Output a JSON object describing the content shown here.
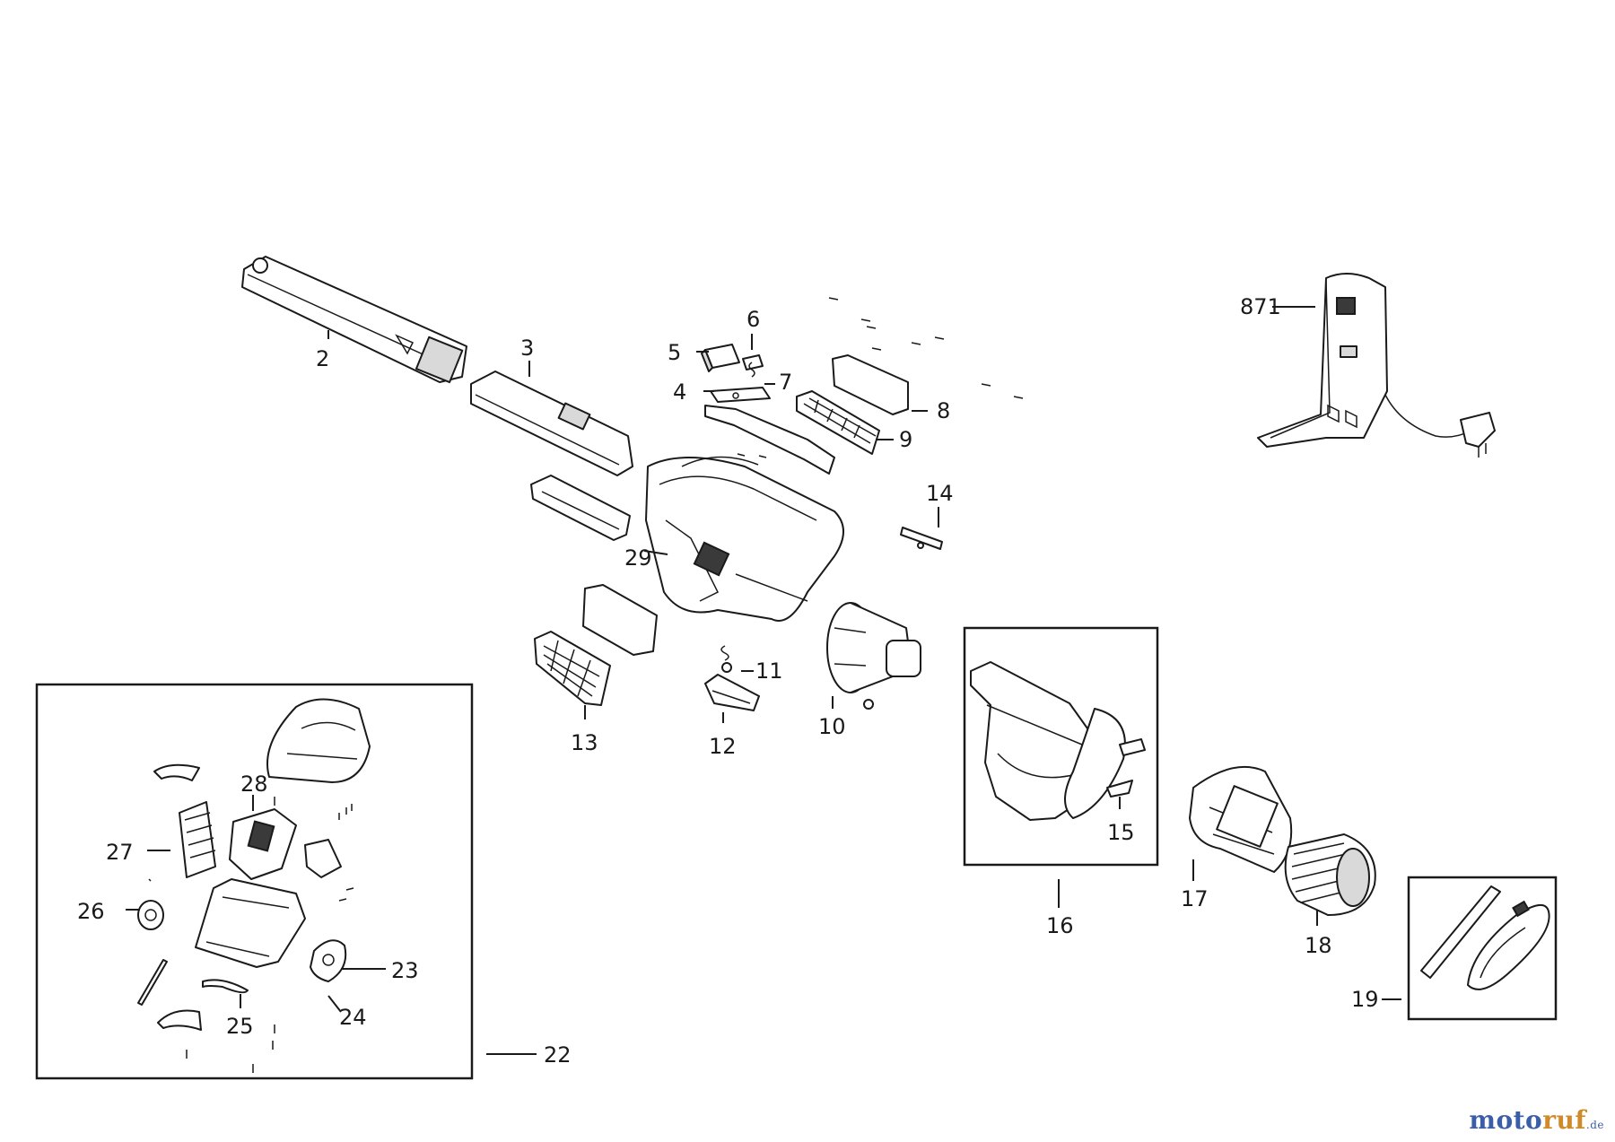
{
  "diagram": {
    "callouts": [
      "2",
      "3",
      "4",
      "5",
      "6",
      "7",
      "8",
      "9",
      "10",
      "11",
      "12",
      "13",
      "14",
      "15",
      "16",
      "17",
      "18",
      "19",
      "22",
      "23",
      "24",
      "25",
      "26",
      "27",
      "28",
      "29",
      "871"
    ]
  },
  "watermark": {
    "part1": "moto",
    "part2": "ruf",
    "part3": ".de"
  }
}
